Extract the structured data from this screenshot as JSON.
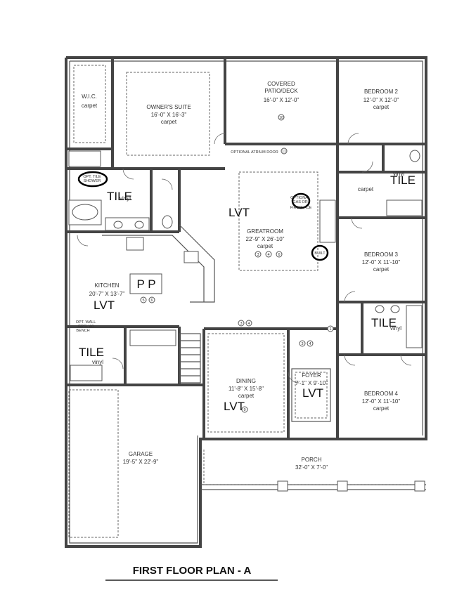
{
  "plan_title": "FIRST FLOOR PLAN - A",
  "rooms": {
    "wic": {
      "name": "W.I.C.",
      "floor": "carpet"
    },
    "owners": {
      "name": "OWNER'S SUITE",
      "size": "16'-0\" X 16'-3\"",
      "floor": "carpet"
    },
    "patio": {
      "name_1": "COVERED",
      "name_2": "PATIO/DECK",
      "size": "16'-0\" X 12'-0\""
    },
    "bed2": {
      "name": "BEDROOM 2",
      "size": "12'-0\" X 12'-0\"",
      "floor": "carpet"
    },
    "greatroom": {
      "name": "GREATROOM",
      "size": "22'-9\" X 26'-10\"",
      "floor": "carpet"
    },
    "bed3": {
      "name": "BEDROOM 3",
      "size": "12'-0\" X 11'-10\"",
      "floor": "carpet"
    },
    "kitchen": {
      "name": "KITCHEN",
      "size": "20'-7\" X 13'-7\""
    },
    "dining": {
      "name": "DINING",
      "size": "11'-8\" X 15'-8\"",
      "floor": "carpet"
    },
    "foyer": {
      "name": "FOYER",
      "size": "7'-1\" X 9'-10\""
    },
    "bed4": {
      "name": "BEDROOM 4",
      "size": "12'-0\" X 11'-10\"",
      "floor": "carpet"
    },
    "garage": {
      "name": "GARAGE",
      "size": "19'-5\" X 22'-9\""
    },
    "porch": {
      "name": "PORCH",
      "size": "32'-0\" X 7'-0\""
    }
  },
  "notes": {
    "opt_tile_shower_1": "OPT. TILE",
    "opt_tile_shower_2": "SHOWER",
    "optional_atrium_door": "OPTIONAL ATRIUM DOOR",
    "optional_gas_1": "OPTIONAL",
    "optional_gas_2": "GAS OR",
    "fireplace": "FIREPLACE",
    "built": "BUILT",
    "opt_wall_1": "OPT. WALL",
    "opt_wall_2": "GRG. W/",
    "opt_wall_3": "BENCH",
    "vinyl_master": "vinyl",
    "vinyl_bath2": "vinyl",
    "vinyl_bath3": "vinyl",
    "vinyl_laundry": "vinyl",
    "carpet_hall": "carpet"
  },
  "overlays": {
    "tile_master": "TILE",
    "tile_bath2": "TILE",
    "tile_bath3": "TILE",
    "tile_laundry": "TILE",
    "lvt_greatroom": "LVT",
    "lvt_kitchen": "LVT",
    "lvt_dining": "LVT",
    "lvt_foyer": "LVT",
    "pp": "P P"
  },
  "tags": [
    "1",
    "2",
    "3",
    "4",
    "5",
    "6",
    "7",
    "8",
    "9",
    "10",
    "11"
  ]
}
